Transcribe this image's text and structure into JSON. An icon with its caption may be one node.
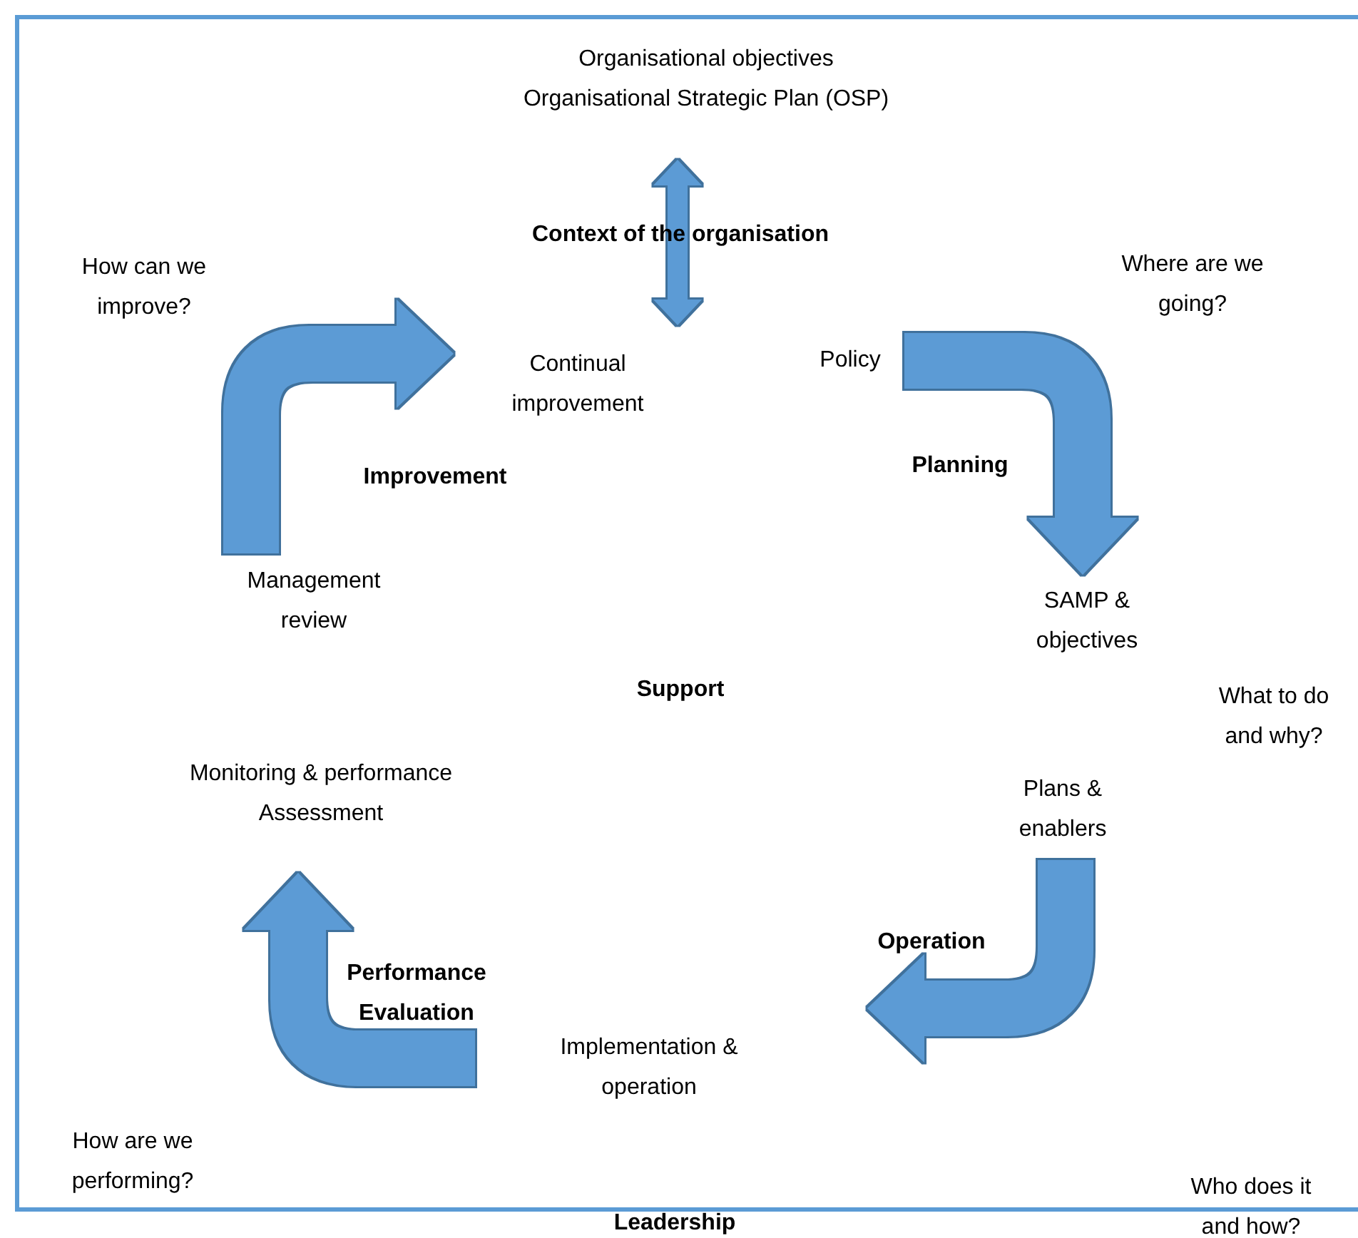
{
  "diagram": {
    "nodes": [
      {
        "text": [
          "Organisational objectives",
          "Organisational Strategic Plan (OSP)"
        ]
      },
      {
        "text": [
          "Continual improvement"
        ]
      },
      {
        "text": [
          "Policy"
        ]
      },
      {
        "text": [
          "SAMP & objectives"
        ]
      },
      {
        "text": [
          "Plans & enablers"
        ]
      },
      {
        "text": [
          "Implementation & operation"
        ]
      },
      {
        "text": [
          "Monitoring & performance Assessment"
        ]
      },
      {
        "text": [
          "Management review"
        ]
      }
    ],
    "edges": [
      {
        "from": 0,
        "to": 1,
        "arrow": "both"
      },
      {
        "from": 7,
        "to": 1,
        "arrow": "to"
      },
      {
        "from": 2,
        "to": 3,
        "arrow": "to"
      },
      {
        "from": 4,
        "to": 5,
        "arrow": "to"
      },
      {
        "from": 5,
        "to": 6,
        "arrow": "to"
      }
    ],
    "labels": [
      "Context of the organisation",
      "How can we improve?",
      "Where are we going?",
      "Improvement",
      "Planning",
      "Support",
      "What to do and why?",
      "Operation",
      "Performance Evaluation",
      "How are we performing?",
      "Who does it and how?",
      "Leadership"
    ]
  }
}
